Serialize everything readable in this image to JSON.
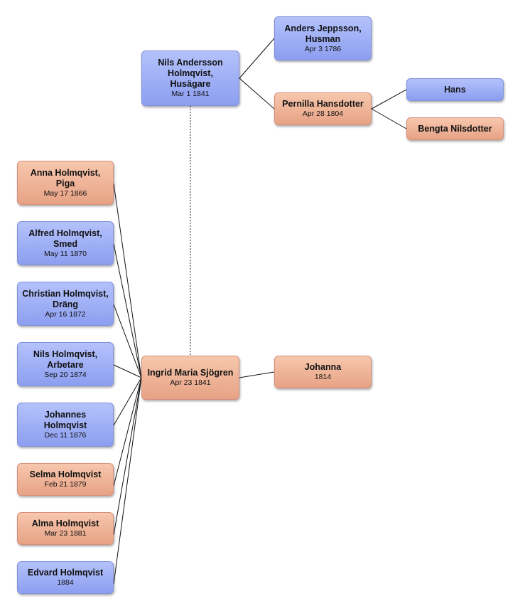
{
  "colors": {
    "male_gradient": [
      "#b4c2fb",
      "#8c9ef0"
    ],
    "female_gradient": [
      "#f7c7ad",
      "#e7a285"
    ],
    "line": "#111111"
  },
  "people": {
    "nils_holmqvist_sr": {
      "name": "Nils Andersson Holmqvist, Husägare",
      "date": "Mar 1 1841",
      "sex": "male"
    },
    "anders_jeppsson": {
      "name": "Anders Jeppsson, Husman",
      "date": "Apr 3 1786",
      "sex": "male"
    },
    "pernilla_hansdotter": {
      "name": "Pernilla Hansdotter",
      "date": "Apr 28 1804",
      "sex": "female"
    },
    "hans": {
      "name": "Hans",
      "date": "",
      "sex": "male"
    },
    "bengta_nilsdotter": {
      "name": "Bengta Nilsdotter",
      "date": "",
      "sex": "female"
    },
    "ingrid_sjogren": {
      "name": "Ingrid Maria Sjögren",
      "date": "Apr 23 1841",
      "sex": "female"
    },
    "johanna": {
      "name": "Johanna",
      "date": "1814",
      "sex": "female"
    },
    "anna": {
      "name": "Anna Holmqvist, Piga",
      "date": "May 17 1866",
      "sex": "female"
    },
    "alfred": {
      "name": "Alfred Holmqvist, Smed",
      "date": "May 11 1870",
      "sex": "male"
    },
    "christian": {
      "name": "Christian Holmqvist, Dräng",
      "date": "Apr 16 1872",
      "sex": "male"
    },
    "nils_jr": {
      "name": "Nils Holmqvist, Arbetare",
      "date": "Sep 20 1874",
      "sex": "male"
    },
    "johannes": {
      "name": "Johannes Holmqvist",
      "date": "Dec 11 1876",
      "sex": "male"
    },
    "selma": {
      "name": "Selma Holmqvist",
      "date": "Feb 21 1879",
      "sex": "female"
    },
    "alma": {
      "name": "Alma Holmqvist",
      "date": "Mar 23 1881",
      "sex": "female"
    },
    "edvard": {
      "name": "Edvard Holmqvist",
      "date": "1884",
      "sex": "male"
    }
  },
  "relations": {
    "parents": [
      {
        "child": "nils_holmqvist_sr",
        "parent": "anders_jeppsson"
      },
      {
        "child": "nils_holmqvist_sr",
        "parent": "pernilla_hansdotter"
      },
      {
        "child": "pernilla_hansdotter",
        "parent": "hans"
      },
      {
        "child": "pernilla_hansdotter",
        "parent": "bengta_nilsdotter"
      },
      {
        "child": "ingrid_sjogren",
        "parent": "johanna"
      }
    ],
    "spouses": [
      {
        "a": "nils_holmqvist_sr",
        "b": "ingrid_sjogren"
      }
    ],
    "children_of": {
      "parent": "ingrid_sjogren",
      "children": [
        "anna",
        "alfred",
        "christian",
        "nils_jr",
        "johannes",
        "selma",
        "alma",
        "edvard"
      ]
    }
  }
}
